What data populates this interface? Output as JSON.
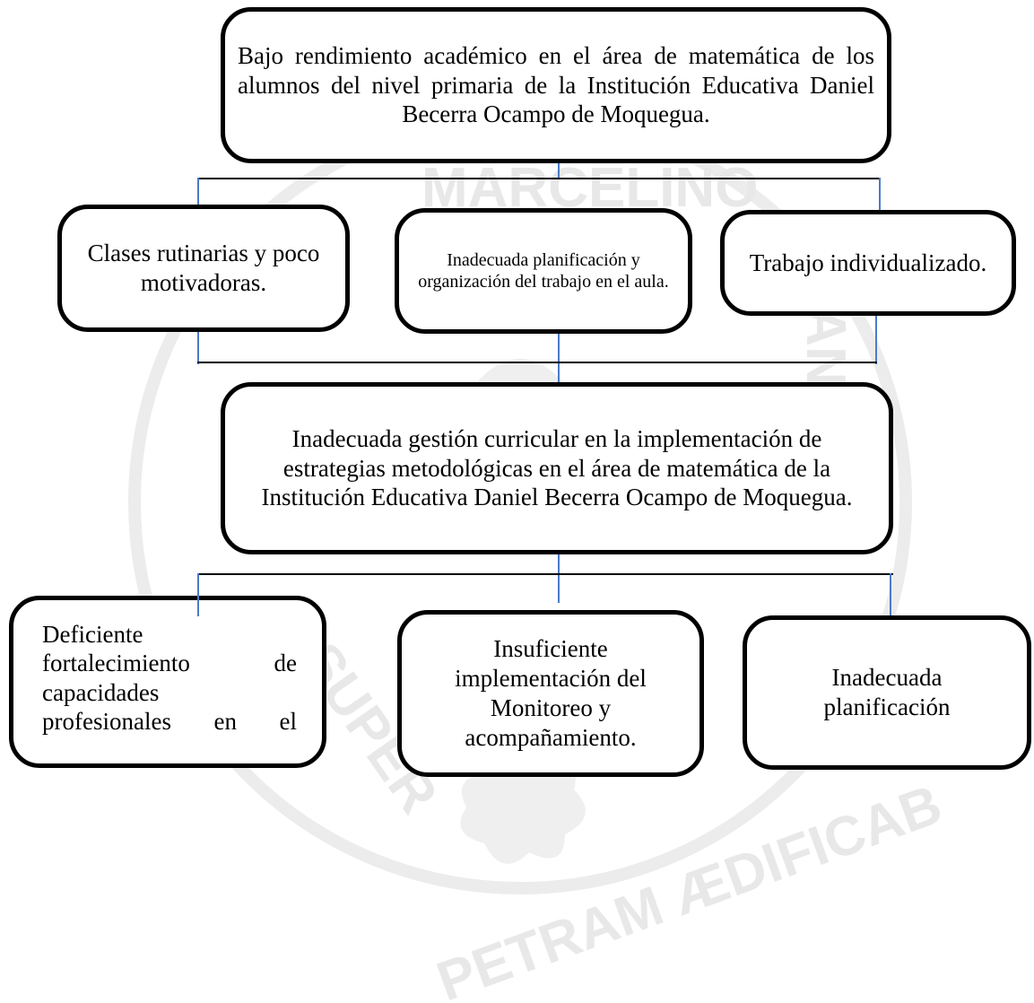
{
  "watermark": {
    "top_text": "MARCELINO",
    "right_text": "SAN",
    "bottom_text": "PETRAM ÆDIFICAB",
    "left_text": "SUPER",
    "color": "#e6e6e6"
  },
  "diagram": {
    "problem": "Bajo rendimiento académico en el área de matemática de los alumnos del nivel primaria de la Institución Educativa Daniel Becerra Ocampo de Moquegua.",
    "effects": [
      "Clases rutinarias y poco motivadoras.",
      "Inadecuada planificación y organización del trabajo en el aula.",
      "Trabajo individualizado."
    ],
    "central": "Inadecuada gestión curricular en la implementación de estrategias metodológicas en el área de matemática de la Institución Educativa Daniel Becerra Ocampo de Moquegua.",
    "causes": {
      "cause1_lines": [
        "Deficiente",
        "fortalecimiento de",
        "capacidades",
        "profesionales en el"
      ],
      "cause2": "Insuficiente implementación del Monitoreo y acompañamiento.",
      "cause3": "Inadecuada planificación"
    }
  },
  "colors": {
    "connector": "#4a7bc8",
    "border": "#000000"
  }
}
